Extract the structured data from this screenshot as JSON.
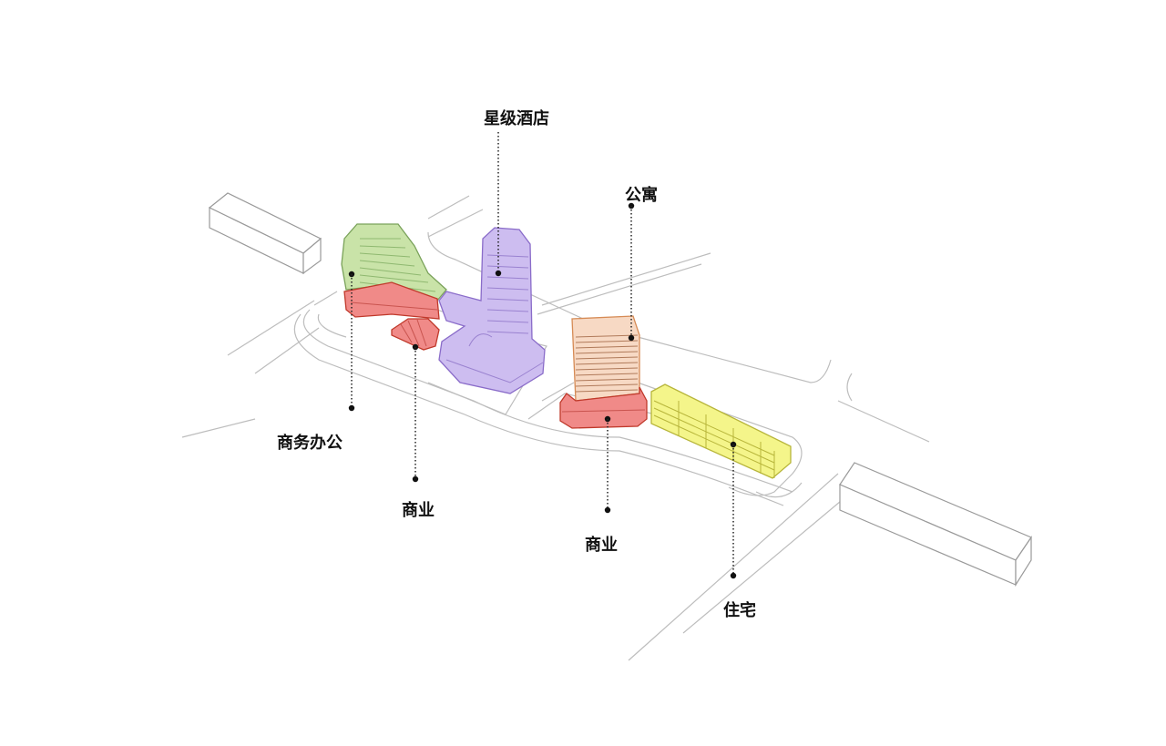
{
  "labels": {
    "hotel": "星级酒店",
    "apartment": "公寓",
    "office": "商务办公",
    "commercial_west": "商业",
    "commercial_east": "商业",
    "residential": "住宅"
  },
  "colors": {
    "office": "#c9e3a8",
    "commercial": "#f08a88",
    "hotel": "#cdbdf0",
    "apartment": "#f7d9c4",
    "residential": "#f4f58a"
  }
}
